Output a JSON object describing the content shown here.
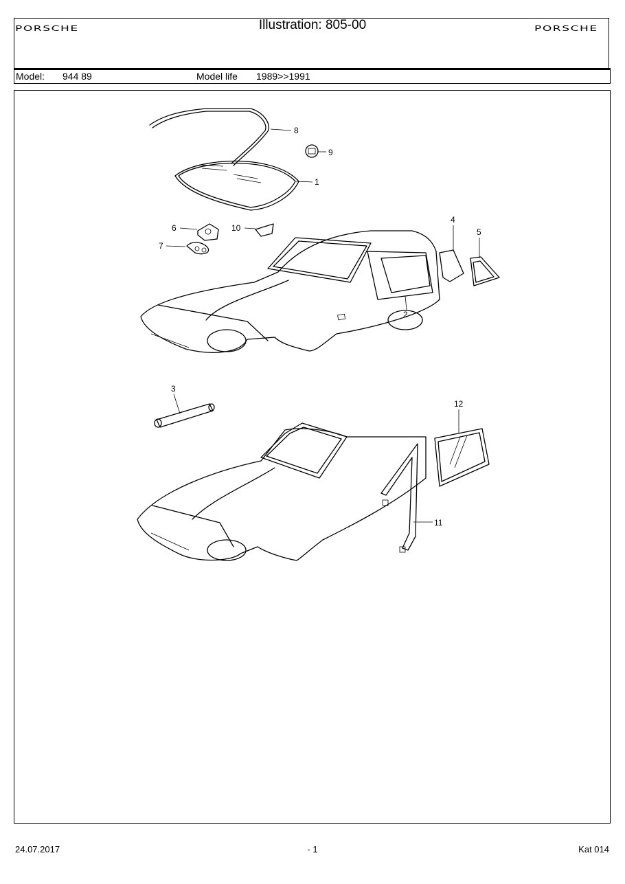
{
  "header": {
    "logo_left": "PORSCHE",
    "logo_right": "PORSCHE",
    "title": "Illustration: 805-00"
  },
  "model_row": {
    "model_label": "Model:",
    "model_value": "944 89",
    "model_life_label": "Model life",
    "model_life_value": "1989>>1991"
  },
  "callouts": {
    "c1": "1",
    "c2": "2",
    "c3": "3",
    "c4": "4",
    "c5": "5",
    "c6": "6",
    "c7": "7",
    "c8": "8",
    "c9": "9",
    "c10": "10",
    "c11": "11",
    "c12": "12"
  },
  "footer": {
    "date": "24.07.2017",
    "page": "- 1",
    "catalog": "Kat 014"
  }
}
